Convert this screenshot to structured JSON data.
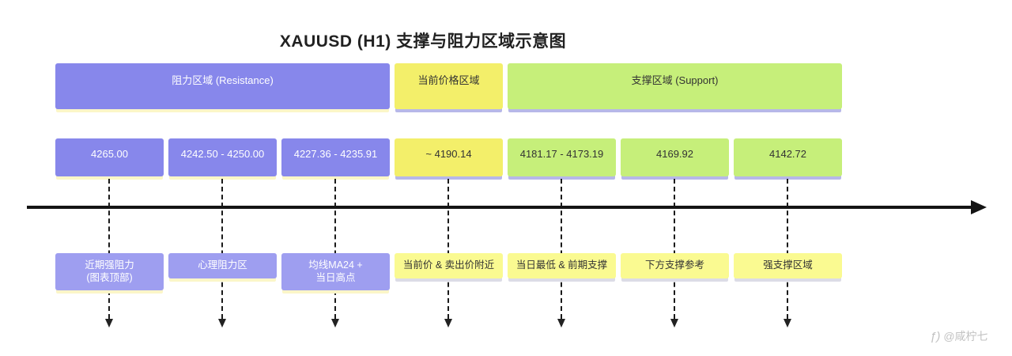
{
  "title": "XAUUSD (H1) 支撑与阻力区域示意图",
  "headers": {
    "resistance": "阻力区域 (Resistance)",
    "current": "当前价格区域",
    "support": "支撑区域 (Support)"
  },
  "columns": [
    {
      "price": "4265.00",
      "note": "近期强阻力\n(图表顶部)",
      "zone": "resistance"
    },
    {
      "price": "4242.50 - 4250.00",
      "note": "心理阻力区",
      "zone": "resistance"
    },
    {
      "price": "4227.36 - 4235.91",
      "note": "均线MA24 +\n当日高点",
      "zone": "resistance"
    },
    {
      "price": "~ 4190.14",
      "note": "当前价 & 卖出价附近",
      "zone": "current"
    },
    {
      "price": "4181.17 - 4173.19",
      "note": "当日最低 & 前期支撑",
      "zone": "support"
    },
    {
      "price": "4169.92",
      "note": "下方支撑参考",
      "zone": "support"
    },
    {
      "price": "4142.72",
      "note": "强支撑区域",
      "zone": "support"
    }
  ],
  "watermark": {
    "icon_glyph": "ƒ)",
    "handle": "@咸柠七"
  },
  "colors": {
    "resistance_box": "#8787eb",
    "resistance_note": "#9e9ef0",
    "current_box": "#f3ef6a",
    "support_box": "#c6ef7a",
    "note_yellow": "#fafa91",
    "axis": "#141414"
  }
}
